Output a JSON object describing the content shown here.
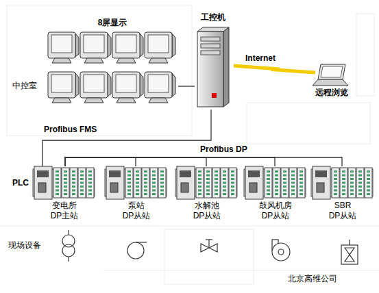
{
  "diagram": {
    "nodes": [
      {
        "text": [
          "8屏显示"
        ]
      },
      {
        "text": [
          "工控机"
        ]
      },
      {
        "text": [
          "远程浏览"
        ]
      },
      {
        "text": [
          "变电所",
          "DP主站"
        ]
      },
      {
        "text": [
          "泵站",
          "DP从站"
        ]
      },
      {
        "text": [
          "水解池",
          "DP从站"
        ]
      },
      {
        "text": [
          "鼓风机房",
          "DP从站"
        ]
      },
      {
        "text": [
          "SBR",
          "DP从站"
        ]
      }
    ],
    "edges": [
      {
        "from": 0,
        "to": 1,
        "arrow": "none"
      },
      {
        "from": 1,
        "to": 2,
        "label": "Internet",
        "arrow": "none"
      },
      {
        "from": 1,
        "to": 3,
        "label": "Profibus FMS",
        "arrow": "none"
      },
      {
        "from": 3,
        "to": 4,
        "arrow": "none"
      },
      {
        "from": 3,
        "to": 5,
        "arrow": "none"
      },
      {
        "from": 3,
        "to": 6,
        "label": "Profibus DP",
        "arrow": "none"
      },
      {
        "from": 3,
        "to": 7,
        "arrow": "none"
      }
    ],
    "labels": [
      "中控室",
      "PLC",
      "现场设备",
      "北京高维公司"
    ]
  }
}
